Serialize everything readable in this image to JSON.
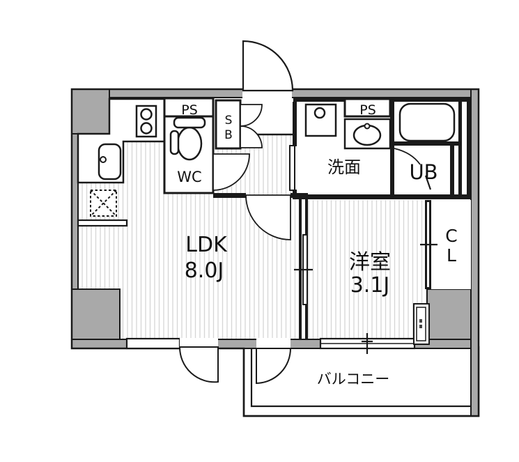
{
  "plan_title": "apartment-floor-plan",
  "colors": {
    "wall_fill": "#a9a9a9",
    "line": "#1a1a1a",
    "floor_stripe": "#d6d6d6",
    "background": "#ffffff"
  },
  "rooms": {
    "ldk": {
      "label": "LDK",
      "area": "8.0J"
    },
    "western_room": {
      "label": "洋室",
      "area": "3.1J"
    },
    "toilet_room": {
      "label": "WC"
    },
    "washroom": {
      "label": "洗面"
    },
    "unit_bath": {
      "label": "UB"
    },
    "balcony": {
      "label": "バルコニー"
    },
    "closet": {
      "line1": "C",
      "line2": "L"
    },
    "shoe_box": {
      "line1": "S",
      "line2": "B"
    },
    "pipe_space_kitchen": {
      "label": "PS"
    },
    "pipe_space_washroom": {
      "label": "PS"
    }
  }
}
